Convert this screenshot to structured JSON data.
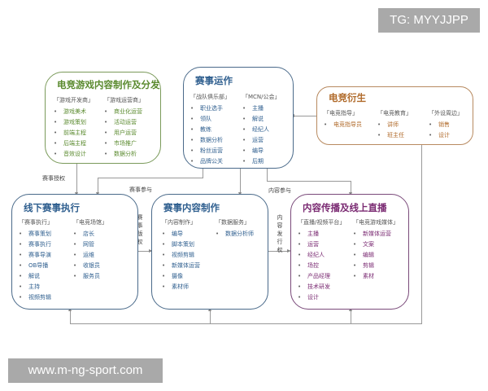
{
  "watermark_top": "TG: MYYJJPP",
  "watermark_bottom": "www.m-ng-sport.com",
  "colors": {
    "green": "#5a8a2e",
    "blue": "#2f5f8f",
    "orange": "#b06a2a",
    "purple": "#7a2a72",
    "connector": "#999999"
  },
  "boxes": {
    "game_content": {
      "title": "电竞游戏内容制作及分发",
      "columns": [
        {
          "head": "「游戏开发商」",
          "items": [
            "游戏美术",
            "游戏策划",
            "前端主程",
            "后端主程",
            "音效设计"
          ]
        },
        {
          "head": "「游戏运营商」",
          "items": [
            "商业化运营",
            "活动运营",
            "用户运营",
            "市场推广",
            "数据分析"
          ]
        }
      ]
    },
    "event_operation": {
      "title": "赛事运作",
      "columns": [
        {
          "head": "「战队俱乐部」",
          "items": [
            "职业选手",
            "领队",
            "教练",
            "数据分析",
            "粉丝运营",
            "品牌公关"
          ]
        },
        {
          "head": "「MCN/公会」",
          "items": [
            "主播",
            "解说",
            "经纪人",
            "运营",
            "编导",
            "后期"
          ]
        }
      ]
    },
    "esports_derivative": {
      "title": "电竞衍生",
      "columns": [
        {
          "head": "「电竞指导」",
          "items": [
            "电竞指导员"
          ]
        },
        {
          "head": "「电竞教育」",
          "items": [
            "讲师",
            "班主任"
          ]
        },
        {
          "head": "「外设周边」",
          "items": [
            "销售",
            "设计"
          ]
        }
      ]
    },
    "offline_execution": {
      "title": "线下赛事执行",
      "columns": [
        {
          "head": "「赛事执行」",
          "items": [
            "赛事策划",
            "赛事执行",
            "赛事导演",
            "OB导播",
            "解说",
            "主持",
            "视频剪辑"
          ]
        },
        {
          "head": "「电竞场馆」",
          "items": [
            "店长",
            "网管",
            "运维",
            "收银员",
            "服务员"
          ]
        }
      ]
    },
    "event_content": {
      "title": "赛事内容制作",
      "columns": [
        {
          "head": "「内容制作」",
          "items": [
            "编导",
            "脚本策划",
            "视频剪辑",
            "新媒体运营",
            "摄像",
            "素材师"
          ]
        },
        {
          "head": "「数据服务」",
          "items": [
            "数据分析师"
          ]
        }
      ]
    },
    "content_broadcast": {
      "title": "内容传播及线上直播",
      "columns": [
        {
          "head": "「直播/视频平台」",
          "items": [
            "主播",
            "运营",
            "经纪人",
            "场控",
            "产品经理",
            "技术研发",
            "设计"
          ]
        },
        {
          "head": "「电竞游戏媒体」",
          "items": [
            "新媒体运营",
            "文案",
            "编辑",
            "剪辑",
            "素材"
          ]
        }
      ]
    }
  },
  "connector_labels": {
    "event_authorization": "赛事授权",
    "event_participation": "赛事参与",
    "content_participation": "内容参与",
    "event_copyright": "赛事版权",
    "content_distribution_rights": "内容发行权"
  }
}
